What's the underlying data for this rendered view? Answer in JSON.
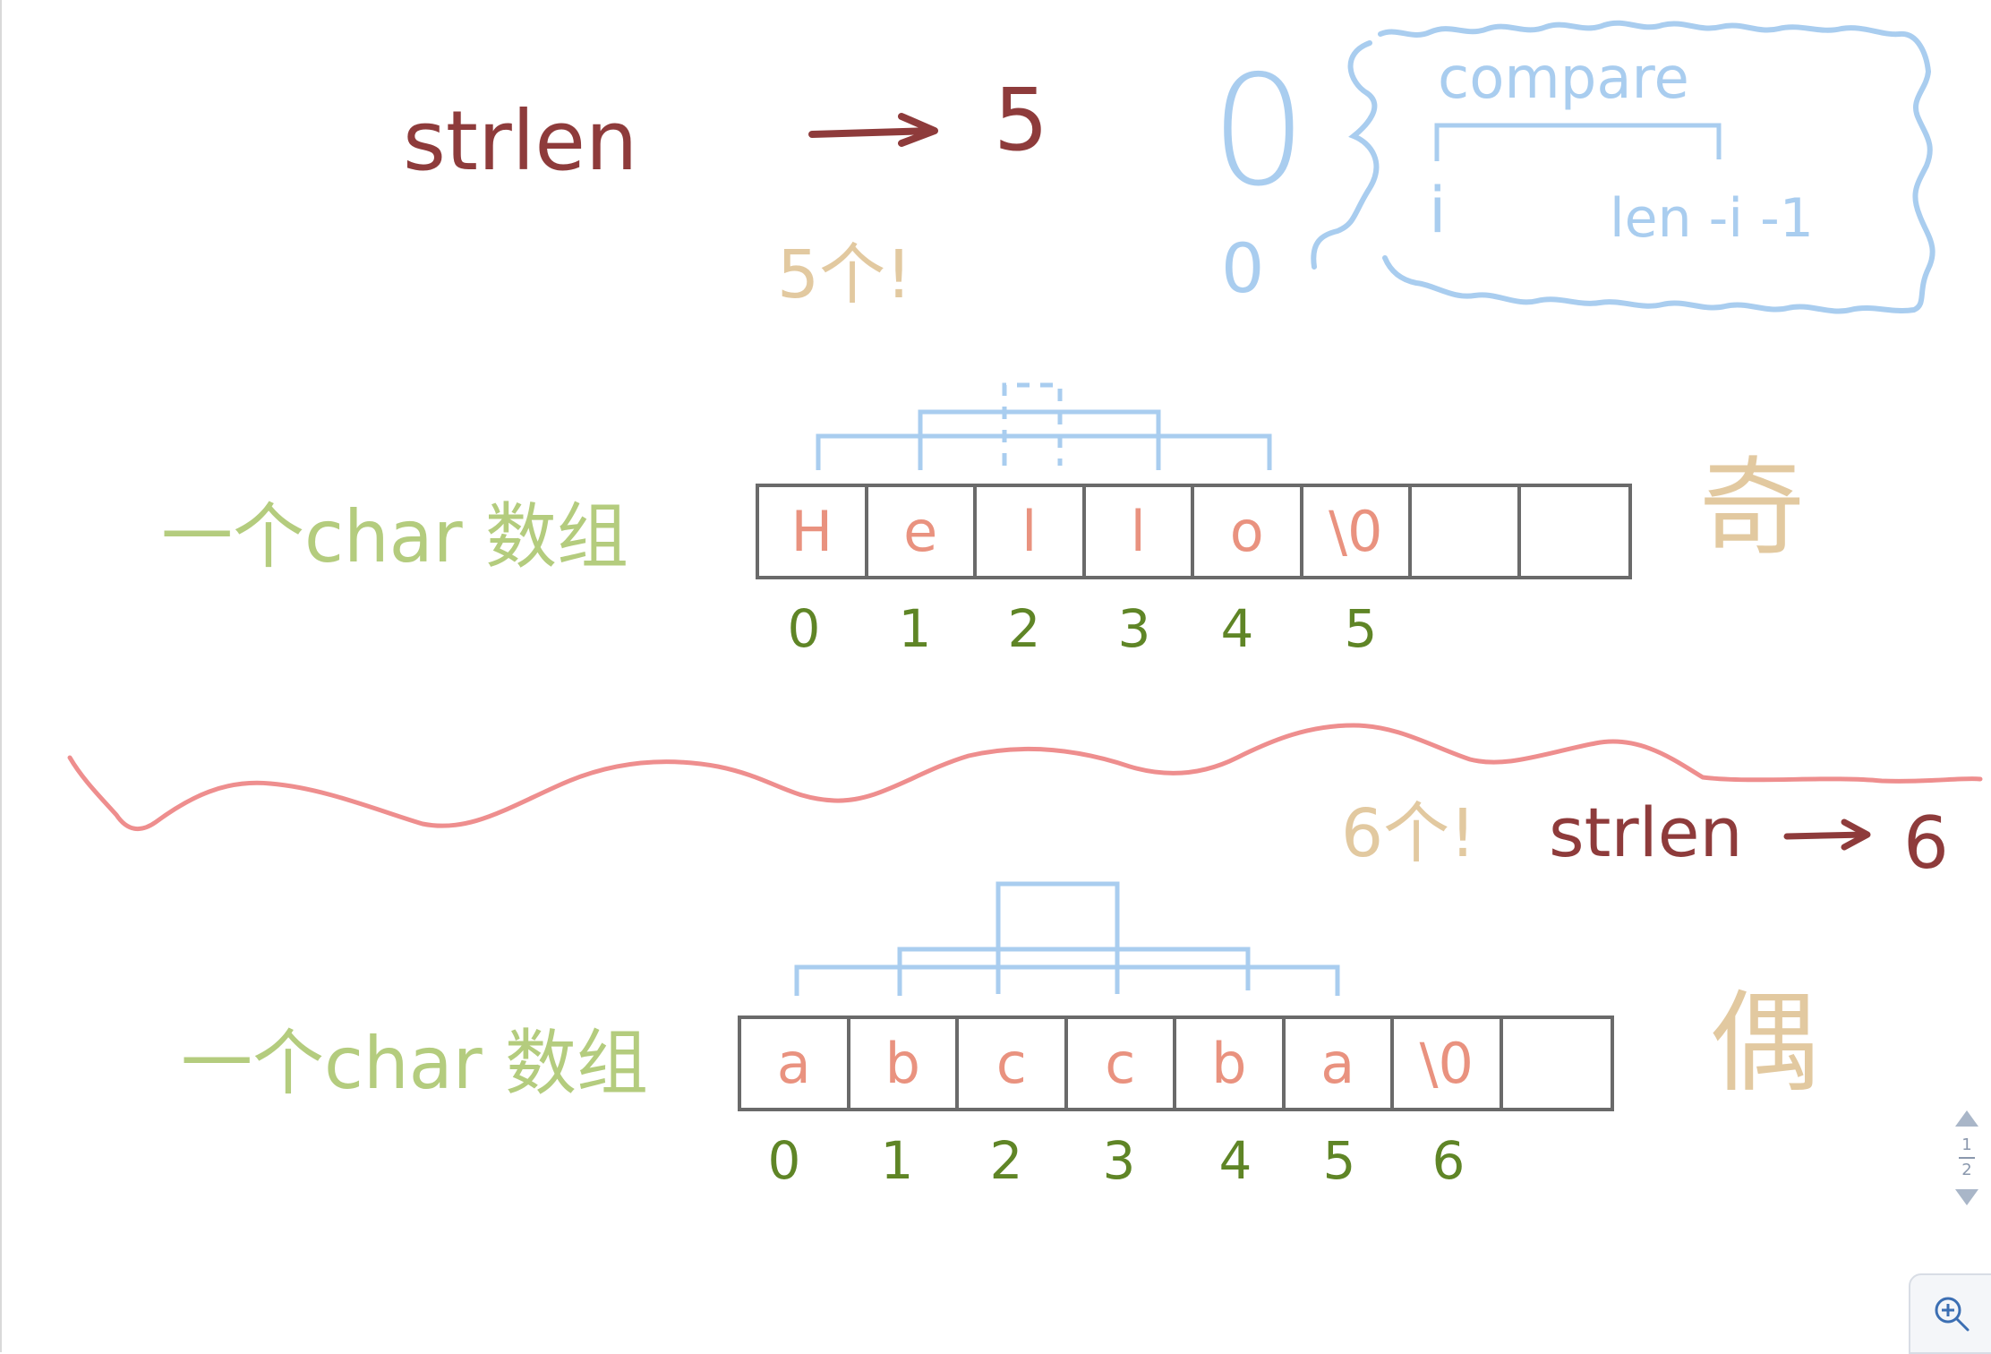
{
  "top": {
    "strlen_label": "strlen",
    "result": "5",
    "count_note": "5个!",
    "compare_box": {
      "title": "compare",
      "left_var": "i",
      "right_expr": "len -i -1",
      "brace_top": "0",
      "brace_bottom": "0"
    },
    "array_label": "一个char 数组",
    "cells": [
      "H",
      "e",
      "l",
      "l",
      "o",
      "\\0",
      "",
      ""
    ],
    "indices": [
      "0",
      "1",
      "2",
      "3",
      "4",
      "5"
    ],
    "parity": "奇"
  },
  "bottom": {
    "count_note": "6个!",
    "strlen_label": "strlen",
    "result": "6",
    "array_label": "一个char 数组",
    "cells": [
      "a",
      "b",
      "c",
      "c",
      "b",
      "a",
      "\\0",
      ""
    ],
    "indices": [
      "0",
      "1",
      "2",
      "3",
      "4",
      "5",
      "6"
    ],
    "parity": "偶"
  },
  "pager": {
    "current": "1",
    "total": "2"
  },
  "colors": {
    "maroon": "#8e3b3b",
    "tan": "#e2c9a0",
    "light_green": "#b4cc7e",
    "dark_green": "#5f8526",
    "salmon": "#e9927f",
    "light_blue": "#a9cdef",
    "divider": "#ee8e8e"
  },
  "icons": {
    "arrow_right": "arrow-right-icon",
    "page_up": "triangle-up-icon",
    "page_down": "triangle-down-icon",
    "zoom": "zoom-in-icon"
  }
}
